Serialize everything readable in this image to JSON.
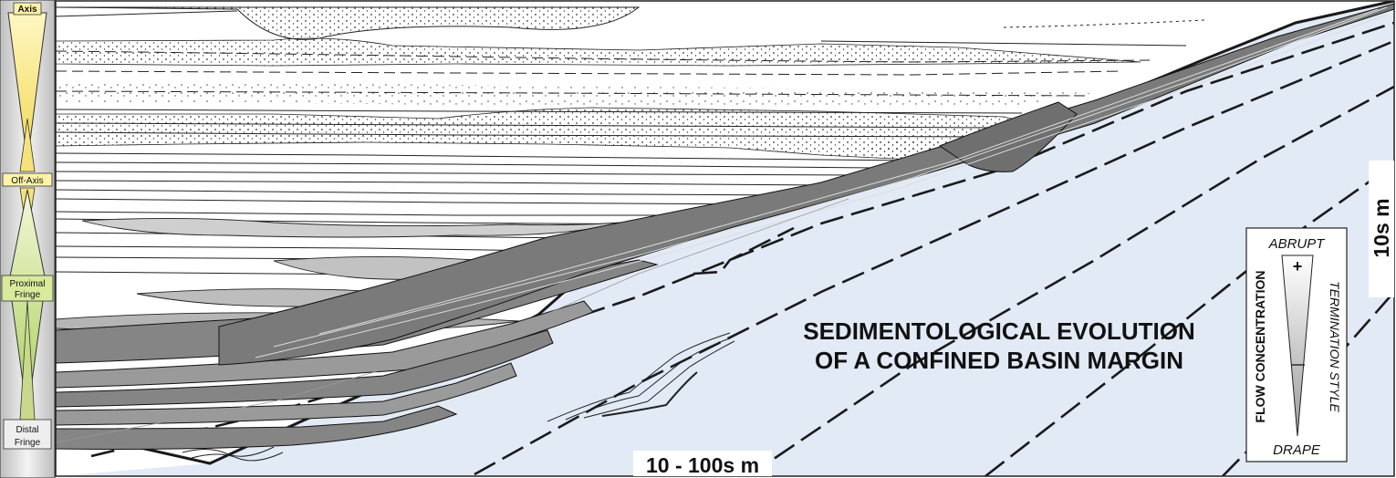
{
  "title_line1": "SEDIMENTOLOGICAL EVOLUTION",
  "title_line2": "OF A CONFINED BASIN MARGIN",
  "horizontal_scale": "10 - 100s m",
  "vertical_scale": "10s m",
  "left_column": {
    "labels": [
      "Axis",
      "Off-Axis",
      "Proximal",
      "Fringe",
      "Distal",
      "Fringe"
    ]
  },
  "legend": {
    "top": "ABRUPT",
    "bottom": "DRAPE",
    "left": "FLOW CONCENTRATION",
    "right": "TERMINATION STYLE",
    "plus": "+",
    "minus": "–"
  },
  "colors": {
    "basin_floor": "#e2eaf6",
    "dark_bed": "#858585",
    "mid_bed": "#b4b4b4",
    "light_bed": "#d2d2d2",
    "column_yellow": "#fff0a0",
    "column_green": "#c7e08a",
    "outline": "#1a1a1a"
  }
}
